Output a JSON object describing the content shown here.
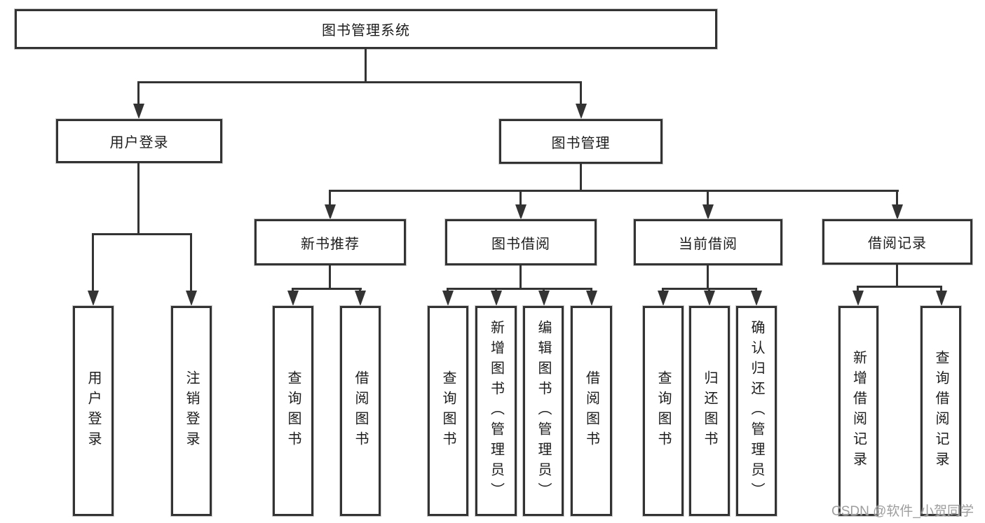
{
  "colors": {
    "line": "#333333",
    "box_border": "#333333",
    "box_fill": "#ffffff",
    "text": "#1c1c1c",
    "watermark": "#9e9e9e"
  },
  "nodes": {
    "root": {
      "label": "图书管理系统"
    },
    "user_login": {
      "label": "用户登录"
    },
    "book_mgmt": {
      "label": "图书管理"
    },
    "new_book_rec": {
      "label": "新书推荐"
    },
    "book_borrow": {
      "label": "图书借阅"
    },
    "current_borrow": {
      "label": "当前借阅"
    },
    "borrow_records": {
      "label": "借阅记录"
    },
    "leaf_user_login": {
      "label": "用户登录"
    },
    "leaf_logout": {
      "label": "注销登录"
    },
    "leaf_query_book_1": {
      "label": "查询图书"
    },
    "leaf_borrow_book_1": {
      "label": "借阅图书"
    },
    "leaf_query_book_2": {
      "label": "查询图书"
    },
    "leaf_add_book": {
      "label": "新增图书（管理员）"
    },
    "leaf_edit_book": {
      "label": "编辑图书（管理员）"
    },
    "leaf_borrow_book_2": {
      "label": "借阅图书"
    },
    "leaf_query_book_3": {
      "label": "查询图书"
    },
    "leaf_return_book": {
      "label": "归还图书"
    },
    "leaf_confirm_return": {
      "label": "确认归还（管理员）"
    },
    "leaf_add_record": {
      "label": "新增借阅记录"
    },
    "leaf_query_record": {
      "label": "查询借阅记录"
    }
  },
  "watermark": {
    "text": "CSDN @软件_小贺同学"
  }
}
